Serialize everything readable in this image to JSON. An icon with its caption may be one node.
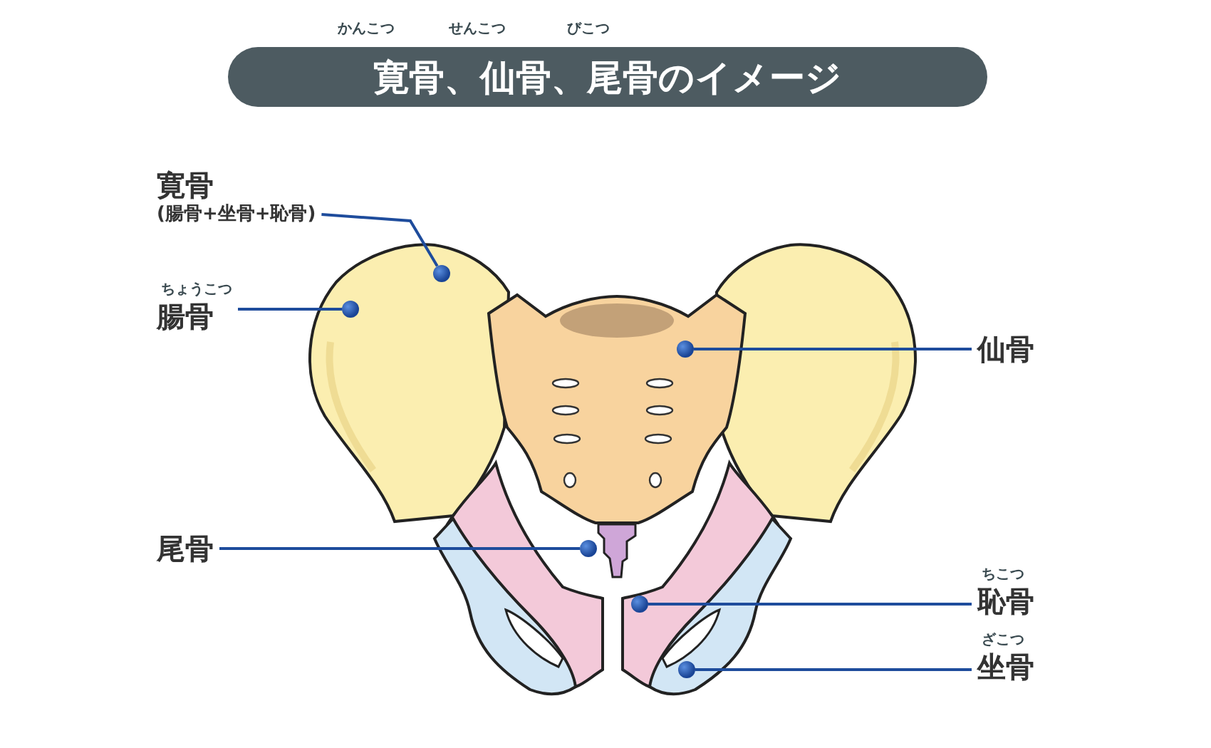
{
  "diagram": {
    "nodes": [
      {
        "text": [
          "寛骨、仙骨、尾骨のイメージ"
        ],
        "beside": [
          "かんこつ",
          "せんこつ",
          "びこつ"
        ]
      },
      {
        "text": [
          "寛骨",
          "(腸骨+坐骨+恥骨)"
        ]
      },
      {
        "text": [
          "腸骨"
        ],
        "beside": [
          "ちょうこつ"
        ]
      },
      {
        "text": [
          "仙骨"
        ]
      },
      {
        "text": [
          "尾骨"
        ]
      },
      {
        "text": [
          "恥骨"
        ],
        "beside": [
          "ちこつ"
        ]
      },
      {
        "text": [
          "坐骨"
        ],
        "beside": [
          "ざこつ"
        ]
      },
      {
        "text": [],
        "shape": "circle"
      },
      {
        "text": [],
        "shape": "circle"
      },
      {
        "text": [],
        "shape": "circle"
      },
      {
        "text": [],
        "shape": "circle"
      },
      {
        "text": [],
        "shape": "circle"
      },
      {
        "text": [],
        "shape": "circle"
      }
    ],
    "edges": [
      {
        "from": 1,
        "to": 8,
        "arrow": "none"
      },
      {
        "from": 2,
        "to": 7,
        "arrow": "none"
      },
      {
        "from": 3,
        "to": 11,
        "arrow": "none"
      },
      {
        "from": 4,
        "to": 9,
        "arrow": "none"
      },
      {
        "from": 5,
        "to": 10,
        "arrow": "none"
      },
      {
        "from": 6,
        "to": 12,
        "arrow": "none"
      }
    ]
  }
}
